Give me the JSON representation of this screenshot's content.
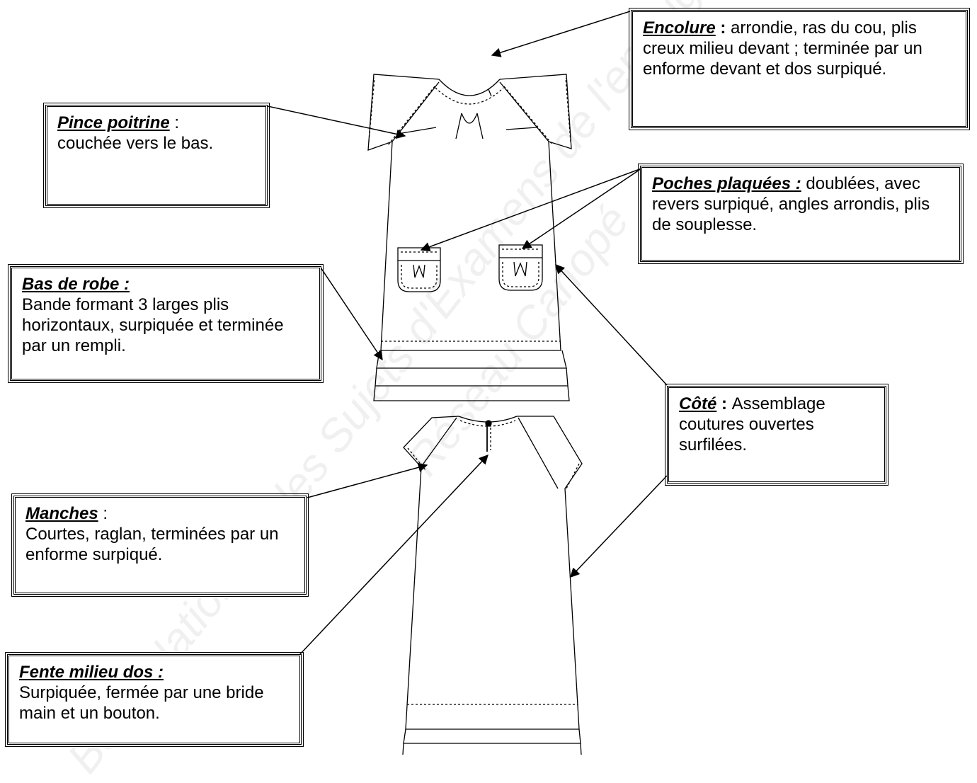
{
  "watermark": {
    "line1": "Base Nationale des Sujets d'Examens de l'enseignement",
    "line2": "Réseau Canopé"
  },
  "callouts": {
    "encolure": {
      "title": "Encolure",
      "sep": " : ",
      "text": "arrondie, ras du cou, plis creux milieu devant ; terminée par un enforme devant et dos surpiqué."
    },
    "pince": {
      "title": "Pince poitrine",
      "sep": " : ",
      "text": "couchée vers le bas."
    },
    "poches": {
      "title": "Poches plaquées :",
      "text": " doublées, avec revers surpiqué, angles arrondis, plis de souplesse."
    },
    "bas": {
      "title": "Bas de robe :",
      "text": "Bande formant 3 larges plis horizontaux, surpiquée et terminée par un rempli."
    },
    "cote": {
      "title": "Côté",
      "sep": " : ",
      "text": "Assemblage coutures ouvertes surfilées."
    },
    "manches": {
      "title": "Manches",
      "sep": " :",
      "text": "Courtes, raglan, terminées par un enforme surpiqué."
    },
    "fente": {
      "title": "Fente milieu dos :",
      "text": "Surpiquée, fermée par une bride main et un bouton."
    }
  }
}
